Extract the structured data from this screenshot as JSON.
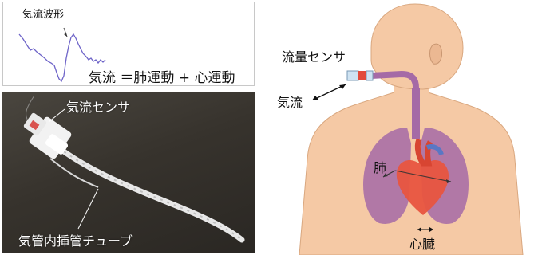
{
  "waveform_panel": {
    "title": "気流波形",
    "formula": "気流 ＝肺運動 + 心運動"
  },
  "photo_panel": {
    "sensor_label": "気流センサ",
    "tube_label": "気管内挿管チューブ"
  },
  "body_panel": {
    "flow_sensor_label": "流量センサ",
    "airflow_label": "気流",
    "lung_label": "肺",
    "heart_label": "心臓"
  },
  "colors": {
    "skin": "#f5c9a5",
    "lung": "#a56aa6",
    "heart": "#e8553f",
    "waveform": "#6e64c8"
  }
}
